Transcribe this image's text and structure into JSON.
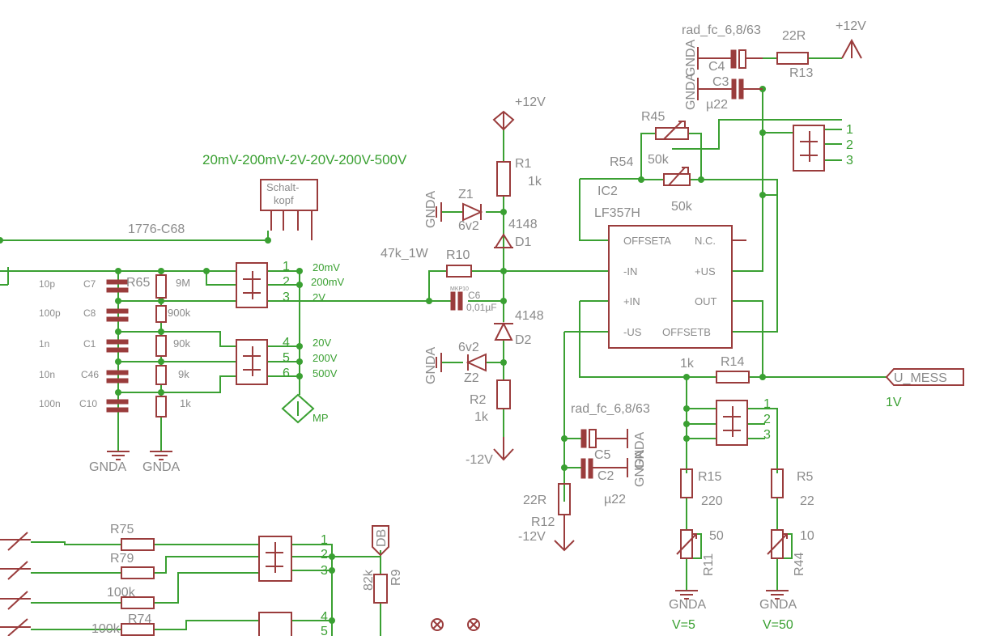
{
  "title_range": "20mV-200mV-2V-20V-200V-500V",
  "schaltkopf": [
    "Schalt-",
    "kopf"
  ],
  "cable": "1776-C68",
  "supplies": {
    "p12": "+12V",
    "n12": "-12V",
    "gnda": "GNDA"
  },
  "opamp": {
    "name": "IC2",
    "type": "LF357H",
    "pins": [
      "OFFSETA",
      "N.C.",
      "-IN",
      "+US",
      "+IN",
      "OUT",
      "-US",
      "OFFSETB"
    ]
  },
  "top": {
    "c4_val": "rad_fc_6,8/63",
    "c4": "C4",
    "c3": "C3",
    "c3_val": "µ22",
    "r13": "R13",
    "r13_val": "22R"
  },
  "trims": {
    "r45": "R45",
    "r54": "R54",
    "v50k_a": "50k",
    "v50k_b": "50k"
  },
  "diodes": {
    "r1": "R1",
    "r1_val": "1k",
    "z1": "Z1",
    "z1_val": "6v2",
    "d1": "D1",
    "d1_val": "4148",
    "d2": "D2",
    "d2_val": "4148",
    "z2": "Z2",
    "z2_val": "6v2",
    "r2": "R2",
    "r2_val": "1k"
  },
  "r10": {
    "name": "R10",
    "val": "47k_1W",
    "c6": "C6",
    "c6_val": "0,01µF",
    "c6_type": "MKP10"
  },
  "divider": {
    "caps": [
      "10p",
      "100p",
      "1n",
      "10n",
      "100n"
    ],
    "cap_names": [
      "C7",
      "C8",
      "C1",
      "C46",
      "C10"
    ],
    "r65": "R65",
    "resistors": [
      "9M",
      "900k",
      "90k",
      "9k",
      "1k"
    ]
  },
  "switch_a": {
    "pins": [
      "1",
      "2",
      "3"
    ],
    "labels": [
      "20mV",
      "200mV",
      "2V"
    ]
  },
  "switch_b": {
    "pins": [
      "4",
      "5",
      "6"
    ],
    "labels": [
      "20V",
      "200V",
      "500V"
    ]
  },
  "mp": "MP",
  "switch_c": {
    "pins": [
      "1",
      "2",
      "3"
    ]
  },
  "r14": {
    "name": "R14",
    "val": "1k"
  },
  "u_mess": "U_MESS",
  "v1": "1V",
  "bottom_caps": {
    "c5_val": "rad_fc_6,8/63",
    "c5": "C5",
    "c2": "C2",
    "c2_val": "µ22"
  },
  "r12": {
    "name": "R12",
    "val": "22R"
  },
  "switch_d": {
    "pins": [
      "1",
      "2",
      "3"
    ]
  },
  "r15": {
    "name": "R15",
    "val": "220",
    "r11": "R11",
    "r11_val": "50"
  },
  "r5": {
    "name": "R5",
    "val": "22",
    "r44": "R44",
    "r44_val": "10"
  },
  "gains": {
    "v5": "V=5",
    "v50": "V=50"
  },
  "lower": {
    "r75": "R75",
    "r79": "R79",
    "r74": "R74",
    "val_a": "100k",
    "val_b": "100k",
    "db": "DB",
    "r9": "R9",
    "r9_val": "82k"
  },
  "switch_e": {
    "pins": [
      "1",
      "2",
      "3"
    ]
  },
  "switch_f": {
    "pins": [
      "4",
      "5"
    ]
  }
}
